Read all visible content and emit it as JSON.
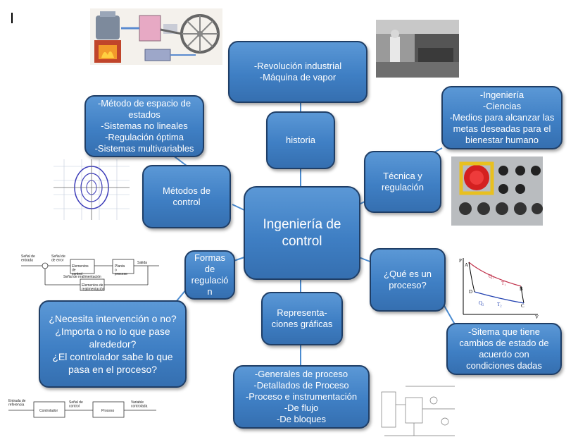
{
  "center": "Ingeniería de\ncontrol",
  "nodes": {
    "historia": "historia",
    "historia_detail": "-Revolución industrial\n-Máquina de vapor",
    "tecnica": "Técnica y\nregulación",
    "tecnica_detail": "-Ingeniería\n-Ciencias\n-Medios para alcanzar las\nmetas deseadas para el\nbienestar humano",
    "proceso": "¿Qué es un\nproceso?",
    "proceso_detail": "-Sitema que tiene\ncambios de estado de\nacuerdo con\ncondiciones dadas",
    "representaciones": "Representa-\nciones gráficas",
    "representaciones_detail": "-Generales de proceso\n-Detallados de Proceso\n-Proceso e instrumentación\n-De flujo\n-De bloques",
    "formas": "Formas\nde\nregulació\nn",
    "formas_detail": "¿Necesita intervención o no?\n¿Importa o no lo que pase\nalrededor?\n¿El controlador sabe lo que\npasa en el proceso?",
    "metodos": "Métodos de\ncontrol",
    "metodos_detail": "-Método de espacio de\nestados\n-Sistemas no lineales\n-Regulación óptima\n-Sistemas multivariables"
  },
  "diagrams": {
    "feedback": {
      "input": "Señal de\nentrada",
      "error": "Señal de\nde error",
      "elements": "Elementos\nde\ncontrol",
      "plant": "Planta\no\nproceso",
      "output": "Salida",
      "feedback_signal": "Señal de realimentación",
      "feedback_elements": "Elementos de\nrealimentación"
    },
    "open_loop": {
      "reference": "Entrada de\nreferencia",
      "controller": "Controlador",
      "control_signal": "Señal de\ncontrol",
      "process": "Proceso",
      "controlled": "Variable\ncontrolada"
    },
    "pv": {
      "p": "P",
      "v": "V",
      "a": "A",
      "b": "B",
      "c": "C",
      "d": "D",
      "q1": "Q₁",
      "q2": "Q₂",
      "t1": "T₁",
      "t2": "T₂"
    }
  },
  "colors": {
    "node_fill": "#4a8bd0",
    "node_border": "#1f3e66",
    "connector": "#4a8bd0"
  }
}
